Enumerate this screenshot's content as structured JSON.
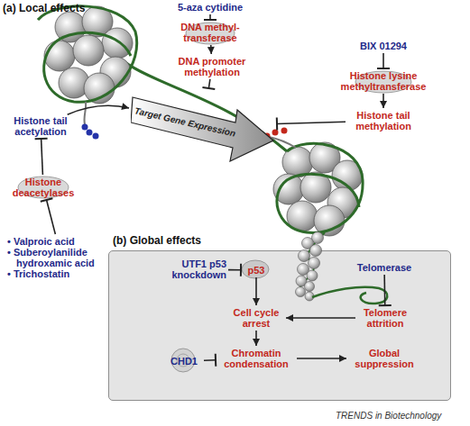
{
  "diagram": {
    "nodes": [
      {
        "text": [
          "5-aza cytidine"
        ]
      },
      {
        "text": [
          "DNA methyl- transferase"
        ]
      },
      {
        "text": [
          "BIX 01294"
        ]
      },
      {
        "text": [
          "DNA promoter methylation"
        ]
      },
      {
        "text": [
          "Histone lysine methyltransferase"
        ]
      },
      {
        "text": [
          "Target Gene Expression"
        ]
      },
      {
        "text": [
          "Histone tail acetylation"
        ]
      },
      {
        "text": [
          "Histone tail methylation"
        ]
      },
      {
        "text": [
          "Histone deacetylases"
        ]
      },
      {
        "text": [
          "• Valproic acid",
          "• Suberoylanilide hydroxamic acid",
          "• Trichostatin"
        ]
      },
      {
        "text": [
          "(b) Global effects"
        ]
      },
      {
        "text": [
          "UTF1 p53 knockdown"
        ],
        "in": 10
      },
      {
        "text": [
          "p53"
        ],
        "in": 10
      },
      {
        "text": [
          "Telomerase"
        ],
        "in": 10
      },
      {
        "text": [
          "Cell cycle arrest"
        ],
        "in": 10
      },
      {
        "text": [
          "Telomere attrition"
        ],
        "in": 10
      },
      {
        "text": [
          "CHD1"
        ],
        "in": 10
      },
      {
        "text": [
          "Chromatin condensation"
        ],
        "in": 10
      },
      {
        "text": [
          "Global suppression"
        ],
        "in": 10
      }
    ],
    "edges": [
      {
        "from": 0,
        "to": 1,
        "arrow": "to"
      },
      {
        "from": 1,
        "to": 3,
        "arrow": "to"
      },
      {
        "from": 3,
        "to": 5,
        "arrow": "to"
      },
      {
        "from": 2,
        "to": 4,
        "arrow": "to"
      },
      {
        "from": 4,
        "to": 7,
        "arrow": "to"
      },
      {
        "from": 7,
        "to": 5,
        "arrow": "to"
      },
      {
        "from": 6,
        "to": 5,
        "arrow": "to"
      },
      {
        "from": 8,
        "to": 6,
        "arrow": "to"
      },
      {
        "from": 9,
        "to": 8,
        "arrow": "to"
      },
      {
        "from": 11,
        "to": 12,
        "arrow": "to"
      },
      {
        "from": 12,
        "to": 14,
        "arrow": "to"
      },
      {
        "from": 13,
        "to": 15,
        "arrow": "to"
      },
      {
        "from": 15,
        "to": 14,
        "arrow": "to"
      },
      {
        "from": 14,
        "to": 17,
        "arrow": "to"
      },
      {
        "from": 16,
        "to": 17,
        "arrow": "to"
      },
      {
        "from": 17,
        "to": 18,
        "arrow": "to"
      }
    ],
    "labels": [
      "(a) Local effects",
      "TRENDS in Biotechnology"
    ]
  }
}
